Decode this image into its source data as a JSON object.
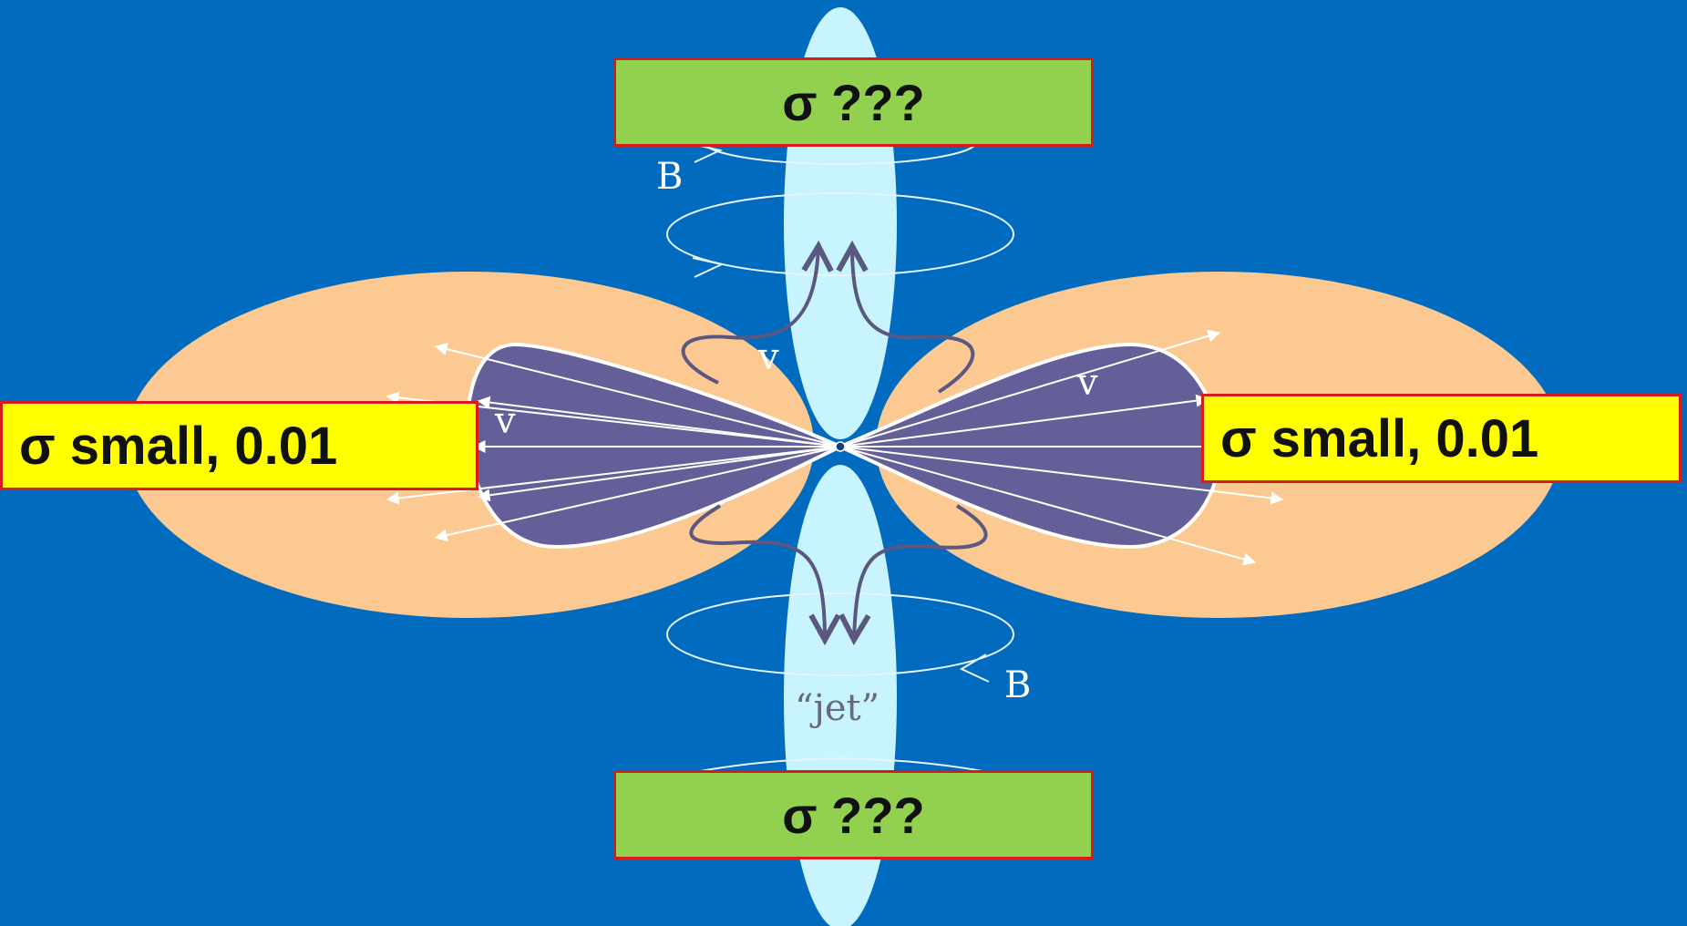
{
  "labels": {
    "left_box": "σ small, 0.01",
    "right_box": "σ small, 0.01",
    "top_box": "σ  ???",
    "bottom_box": "σ  ???",
    "jet": "“jet”",
    "b_top": "B",
    "b_bottom": "B",
    "v_left": "v",
    "v_center": "v",
    "v_right": "v"
  },
  "colors": {
    "background": "#006bbf",
    "outer_lobe": "#fcc993",
    "inner_lobe": "#655f99",
    "jet": "#c7f4ff",
    "yellow_box": "#ffff00",
    "green_box": "#92d050",
    "box_border": "#d71a1a"
  }
}
